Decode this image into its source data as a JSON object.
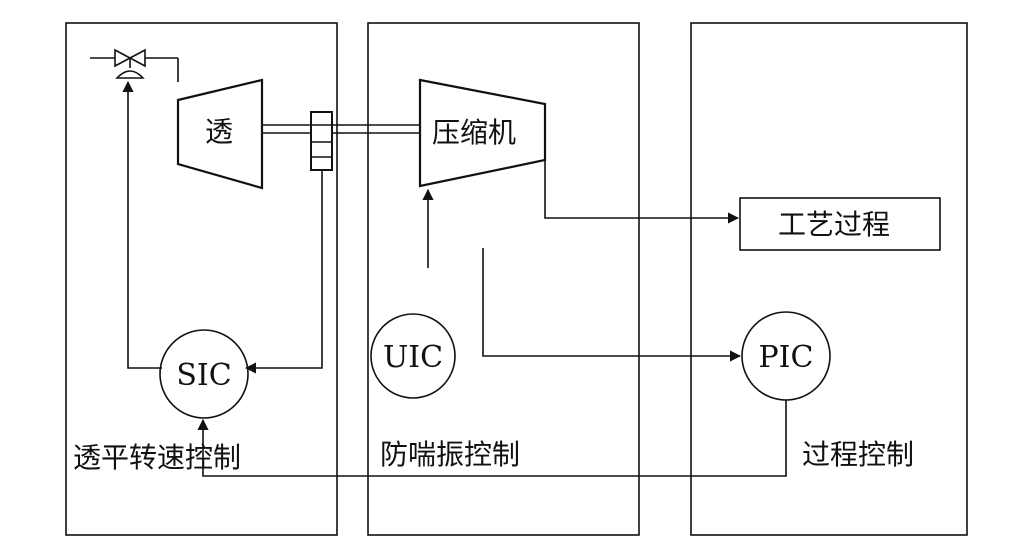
{
  "panels": {
    "left_caption": "透平转速控制",
    "middle_caption": "防喘振控制",
    "right_caption": "过程控制"
  },
  "equipment": {
    "turbine_label": "透",
    "compressor_label": "压缩机",
    "process_label": "工艺过程"
  },
  "controllers": {
    "sic": "SIC",
    "uic": "UIC",
    "pic": "PIC"
  }
}
